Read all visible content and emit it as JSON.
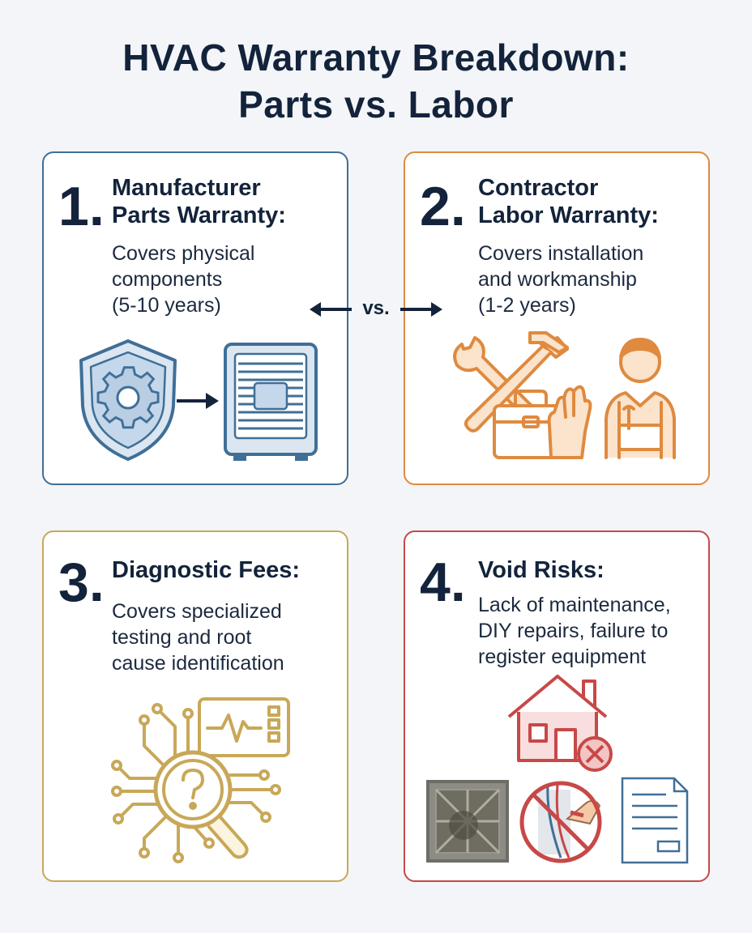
{
  "title": {
    "line1": "HVAC Warranty Breakdown:",
    "line2": "Parts vs. Labor"
  },
  "versus": "vs.",
  "cards": [
    {
      "number": "1.",
      "heading_line1": "Manufacturer",
      "heading_line2": "Parts Warranty:",
      "desc_line1": "Covers physical",
      "desc_line2": "components",
      "desc_line3": "(5-10 years)",
      "icons": [
        "shield-gear-icon",
        "arrow-right-icon",
        "ac-unit-icon"
      ],
      "accent": "#3f6f97"
    },
    {
      "number": "2.",
      "heading_line1": "Contractor",
      "heading_line2": "Labor Warranty:",
      "desc_line1": "Covers installation",
      "desc_line2": "and workmanship",
      "desc_line3": "(1-2 years)",
      "icons": [
        "wrench-hammer-icon",
        "toolbox-icon",
        "glove-icon",
        "technician-icon"
      ],
      "accent": "#df8a3f"
    },
    {
      "number": "3.",
      "heading_line1": "Diagnostic Fees:",
      "desc_line1": "Covers specialized",
      "desc_line2": "testing and root",
      "desc_line3": "cause identification",
      "icons": [
        "circuit-magnifier-question-icon",
        "monitor-heartbeat-icon"
      ],
      "accent": "#c8a858"
    },
    {
      "number": "4.",
      "heading_line1": "Void Risks:",
      "desc_line1": "Lack of maintenance,",
      "desc_line2": "DIY repairs, failure to",
      "desc_line3": "register equipment",
      "icons": [
        "house-x-icon",
        "dirty-filter-icon",
        "no-diy-icon",
        "document-icon"
      ],
      "accent": "#c84848"
    }
  ]
}
